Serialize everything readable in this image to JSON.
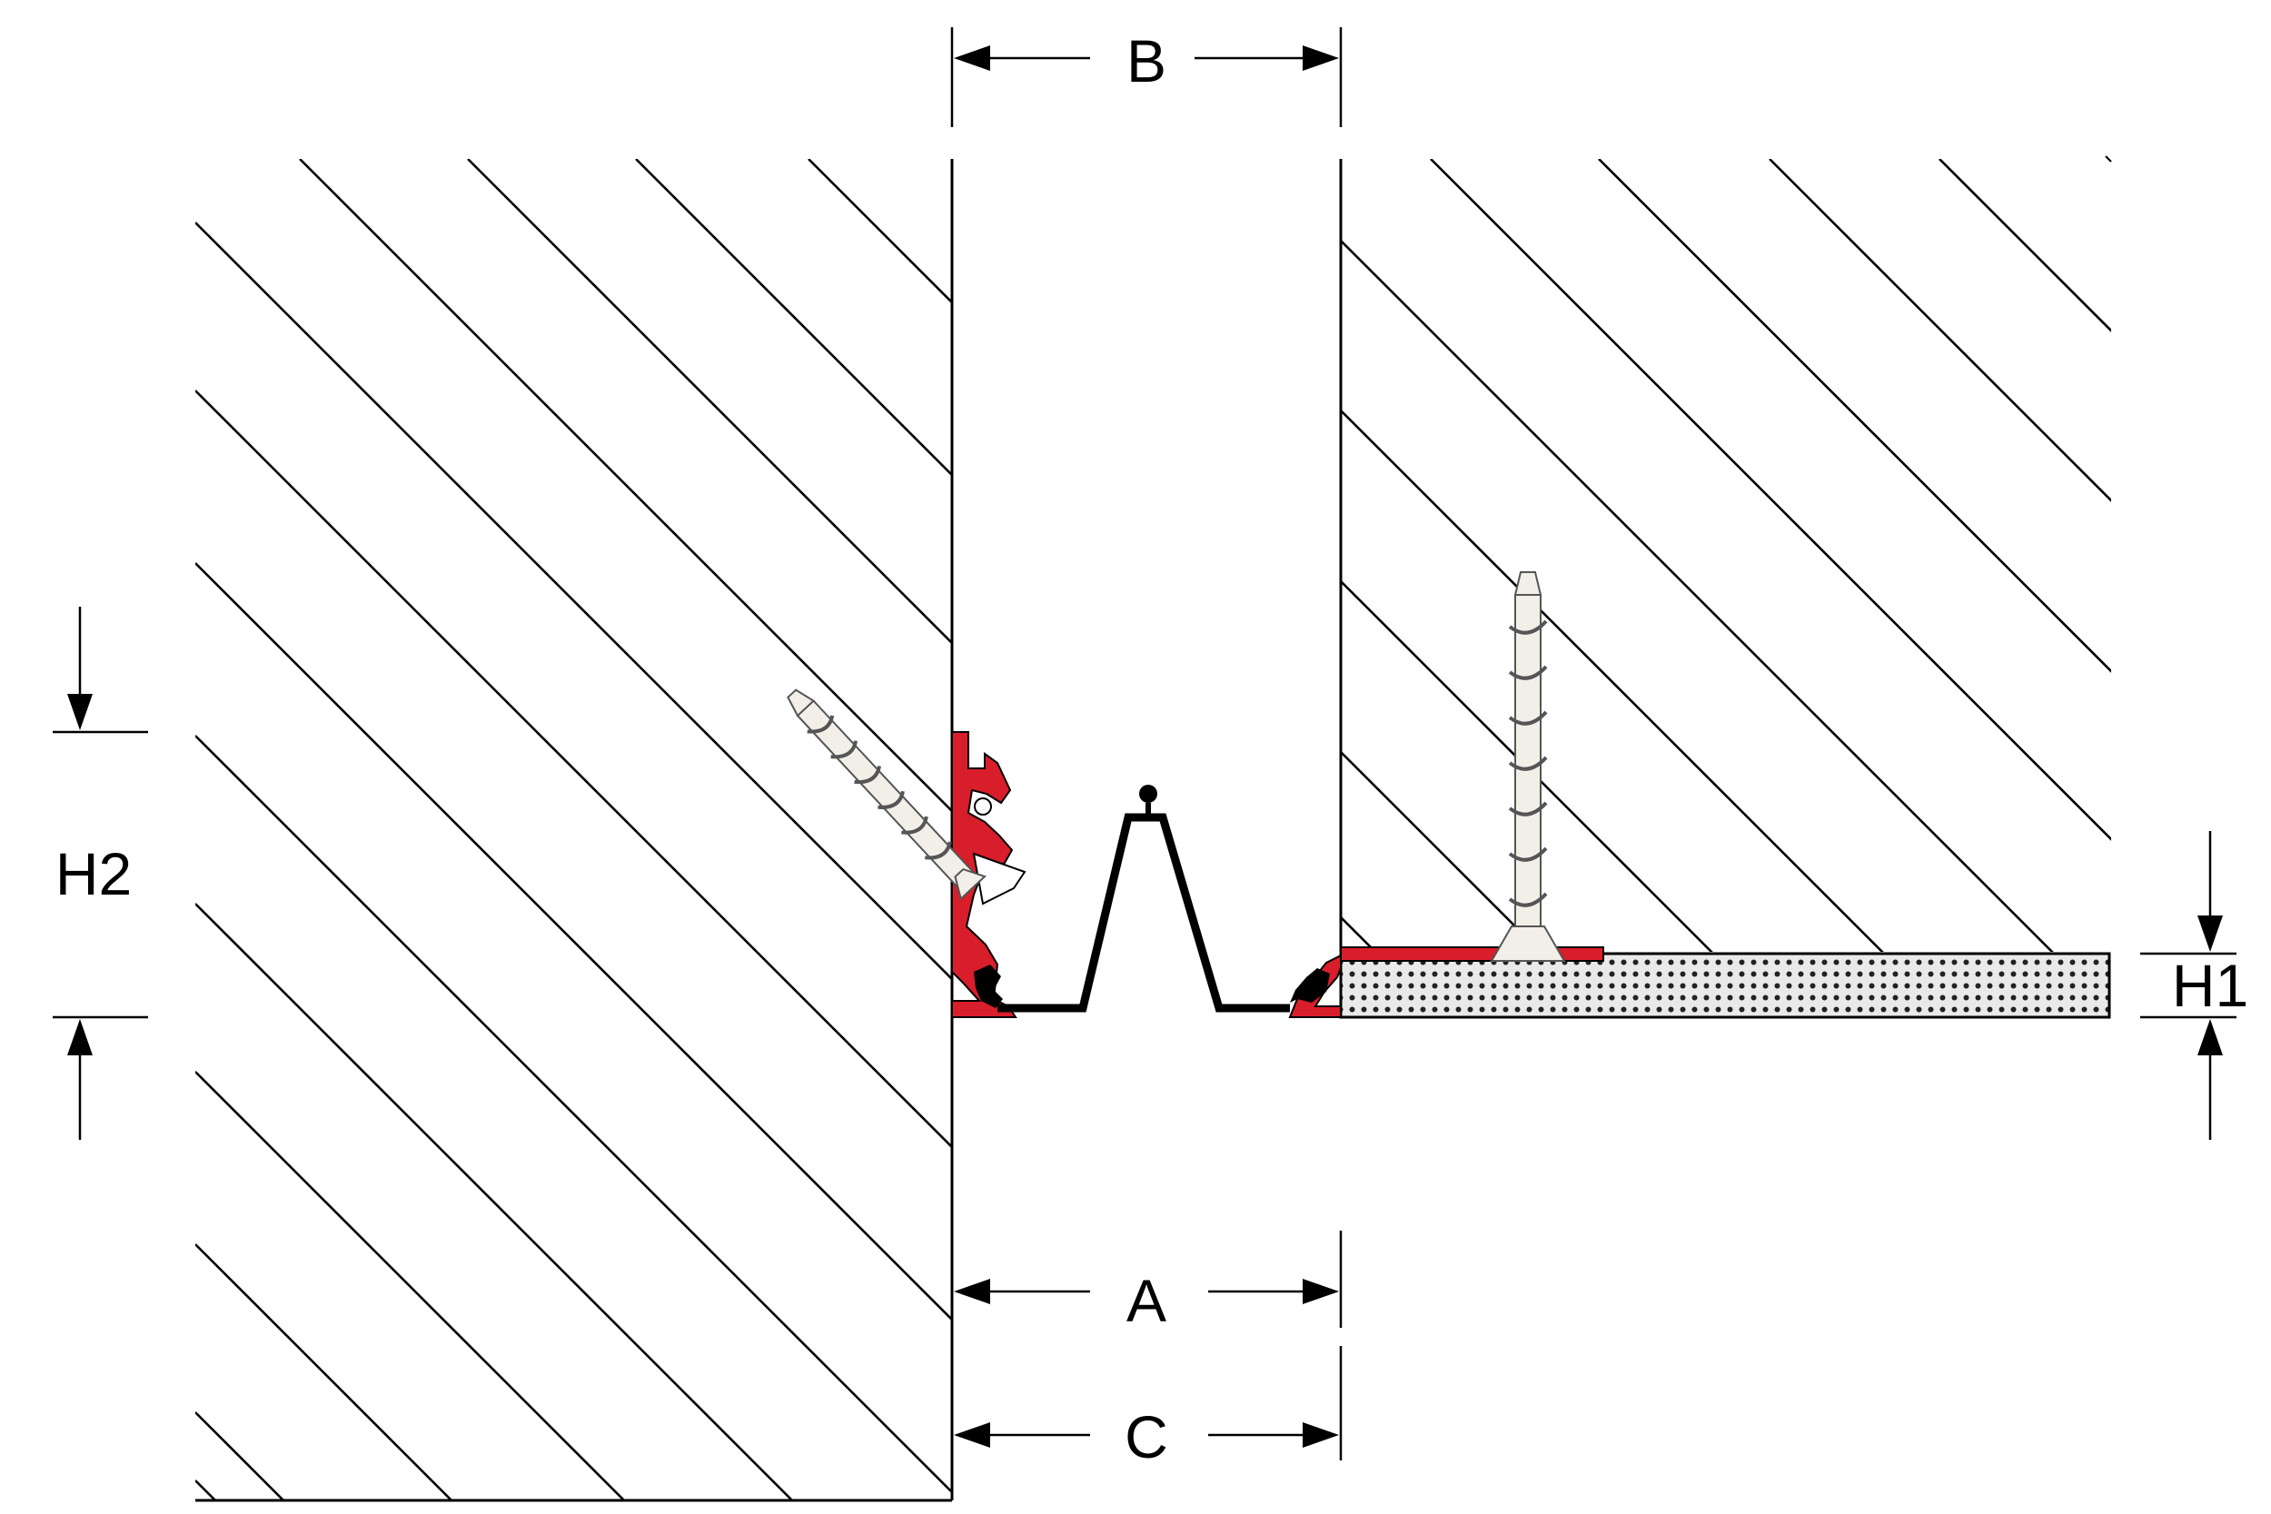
{
  "labels": {
    "b": "B",
    "a": "A",
    "c": "C",
    "h1": "H1",
    "h2": "H2"
  },
  "colors": {
    "line": "#000000",
    "profile_red": "#d81e2a",
    "screw_fill": "#f2efe8",
    "screw_stroke": "#555555",
    "board_fill": "#e6e6e6",
    "board_dots": "#222222",
    "background": "#ffffff"
  },
  "icons": {
    "left_anchor": "angled-concrete-screw-icon",
    "right_anchor": "vertical-screw-icon",
    "seal": "flexible-seal-icon"
  }
}
